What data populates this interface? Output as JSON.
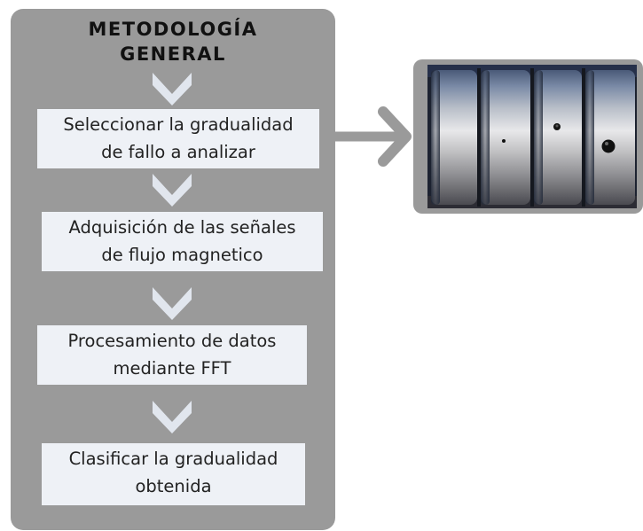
{
  "title": {
    "line1": "METODOLOGÍA",
    "line2": "GENERAL"
  },
  "steps": [
    {
      "line1": "Seleccionar la gradualidad",
      "line2": "de fallo a analizar"
    },
    {
      "line1": "Adquisición de las señales",
      "line2": "de flujo magnetico"
    },
    {
      "line1": "Procesamiento de datos",
      "line2": "mediante FFT"
    },
    {
      "line1": "Clasificar la gradualidad",
      "line2": "obtenida"
    }
  ],
  "colors": {
    "panel": "#9a9a9a",
    "box": "#eef1f6",
    "chevron": "#e1e6ee",
    "arrow": "#9a9a9a"
  },
  "icons": [
    "chevron-down-icon",
    "right-arrow-icon"
  ]
}
